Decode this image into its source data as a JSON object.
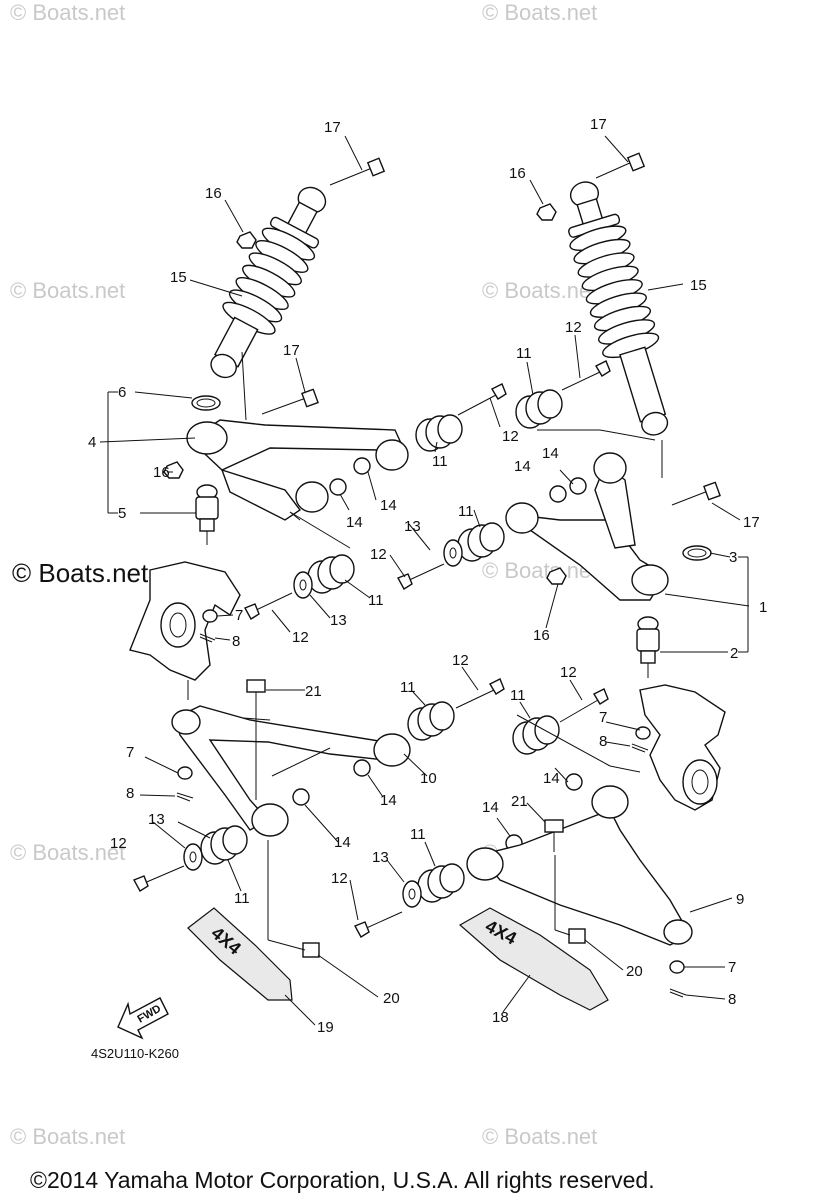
{
  "watermarks": {
    "faint": "© Boats.net",
    "dark": "© Boats.net"
  },
  "diagram_code": "4S2U110-K260",
  "fwd_label": "FWD",
  "copyright": "©2014 Yamaha Motor Corporation, U.S.A. All rights reserved.",
  "callouts": {
    "c1": "1",
    "c2": "2",
    "c3": "3",
    "c4": "4",
    "c5": "5",
    "c6": "6",
    "c7": "7",
    "c8": "8",
    "c9": "9",
    "c10": "10",
    "c11": "11",
    "c12": "12",
    "c13": "13",
    "c14": "14",
    "c15": "15",
    "c16": "16",
    "c17": "17",
    "c18": "18",
    "c19": "19",
    "c20": "20",
    "c21": "21"
  },
  "guard_text": "4X4"
}
